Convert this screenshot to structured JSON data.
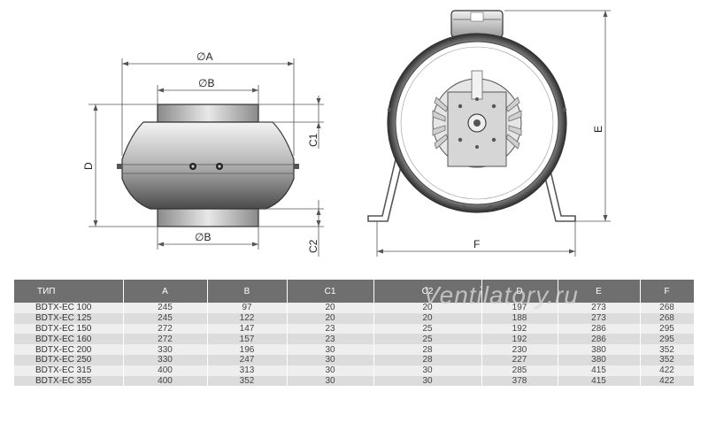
{
  "labels": {
    "dim_a": "∅A",
    "dim_b_top": "∅B",
    "dim_b_bottom": "∅B",
    "dim_c1": "C1",
    "dim_c2": "C2",
    "dim_d": "D",
    "dim_e": "E",
    "dim_f": "F"
  },
  "watermark": "Ventilatory.ru",
  "table": {
    "headers": [
      "ТИП",
      "A",
      "B",
      "C1",
      "C2",
      "D",
      "E",
      "F"
    ],
    "rows": [
      [
        "BDTX-EC 100",
        "245",
        "97",
        "20",
        "20",
        "197",
        "273",
        "268"
      ],
      [
        "BDTX-EC 125",
        "245",
        "122",
        "20",
        "20",
        "188",
        "273",
        "268"
      ],
      [
        "BDTX-EC 150",
        "272",
        "147",
        "23",
        "25",
        "192",
        "286",
        "295"
      ],
      [
        "BDTX-EC 160",
        "272",
        "157",
        "23",
        "25",
        "192",
        "286",
        "295"
      ],
      [
        "BDTX-EC 200",
        "330",
        "196",
        "30",
        "28",
        "230",
        "380",
        "352"
      ],
      [
        "BDTX-EC 250",
        "330",
        "247",
        "30",
        "28",
        "227",
        "380",
        "352"
      ],
      [
        "BDTX-EC 315",
        "400",
        "313",
        "30",
        "30",
        "285",
        "415",
        "422"
      ],
      [
        "BDTX-EC 355",
        "400",
        "352",
        "30",
        "30",
        "378",
        "415",
        "422"
      ]
    ]
  }
}
